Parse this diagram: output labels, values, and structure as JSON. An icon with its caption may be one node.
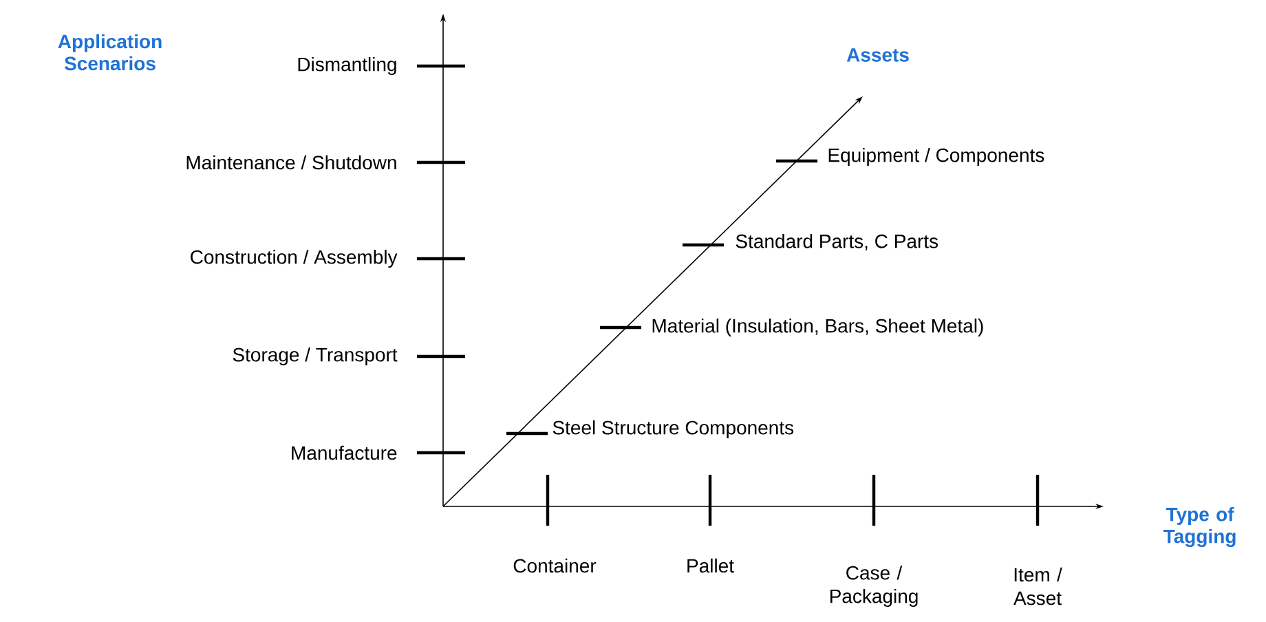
{
  "diagram": {
    "labels": [
      "Application Scenarios",
      "Dismantling",
      "Assets",
      "Equipment / Components",
      "Maintenance / Shutdown",
      "Standard Parts, C Parts",
      "Construction / Assembly",
      "Material (Insulation, Bars, Sheet Metal)",
      "Storage / Transport",
      "Steel Structure Components",
      "Manufacture",
      "Type of Tagging",
      "Container",
      "Pallet",
      "Case / Packaging",
      "Item / Asset"
    ]
  }
}
